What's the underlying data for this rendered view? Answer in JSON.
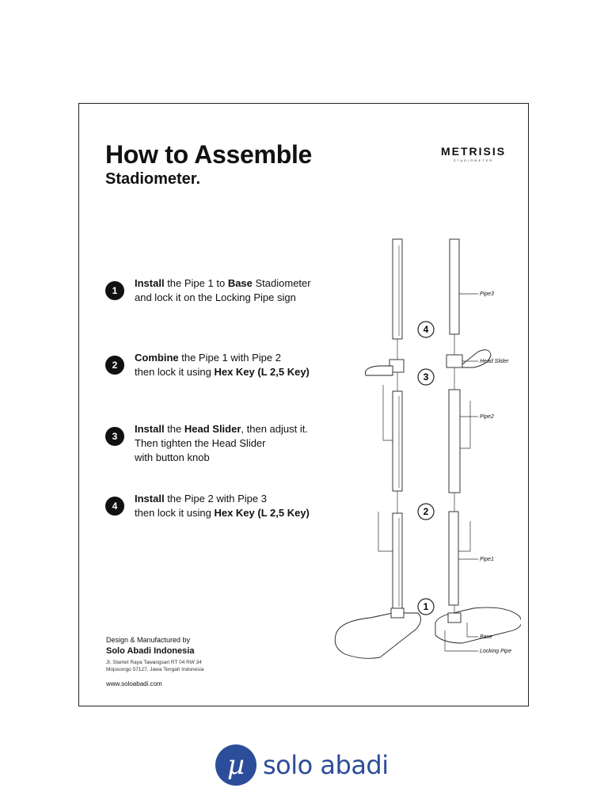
{
  "header": {
    "title": "How to Assemble",
    "subtitle": "Stadiometer.",
    "brand_name": "METRISIS",
    "brand_sub": "STADIOMETER"
  },
  "steps": [
    {
      "number": "1",
      "line1": [
        {
          "t": "Install",
          "b": true
        },
        {
          "t": " the Pipe 1 to ",
          "b": false
        },
        {
          "t": "Base",
          "b": true
        },
        {
          "t": " Stadiometer",
          "b": false
        }
      ],
      "line2": [
        {
          "t": "and lock it on the Locking Pipe sign",
          "b": false
        }
      ]
    },
    {
      "number": "2",
      "line1": [
        {
          "t": "Combine",
          "b": true
        },
        {
          "t": " the Pipe 1 with Pipe 2",
          "b": false
        }
      ],
      "line2": [
        {
          "t": "then lock it using ",
          "b": false
        },
        {
          "t": "Hex Key (L 2,5 Key)",
          "b": true
        }
      ]
    },
    {
      "number": "3",
      "line1": [
        {
          "t": "Install",
          "b": true
        },
        {
          "t": " the ",
          "b": false
        },
        {
          "t": "Head Slider",
          "b": true
        },
        {
          "t": ", then adjust it.",
          "b": false
        }
      ],
      "line2": [
        {
          "t": "Then tighten the Head Slider",
          "b": false
        }
      ],
      "line3": [
        {
          "t": "with button knob",
          "b": false
        }
      ]
    },
    {
      "number": "4",
      "line1": [
        {
          "t": "Install",
          "b": true
        },
        {
          "t": " the Pipe 2 with Pipe 3",
          "b": false
        }
      ],
      "line2": [
        {
          "t": "then lock it using ",
          "b": false
        },
        {
          "t": "Hex Key (L 2,5 Key)",
          "b": true
        }
      ]
    }
  ],
  "diagram": {
    "labels": {
      "pipe3": "Pipe3",
      "head_slider": "Head Slider",
      "pipe2": "Pipe2",
      "pipe1": "Pipe1",
      "base": "Base",
      "locking_pipe": "Locking Pipe"
    },
    "markers": [
      "4",
      "3",
      "2",
      "1"
    ]
  },
  "footer": {
    "label": "Design & Manufactured by",
    "company": "Solo Abadi Indonesia",
    "address_line1": "Jl. Slamet Raya Tawangsari RT 04 RW 34",
    "address_line2": "Mojosongo 57127, Jawa Tengah Indonesia",
    "website": "www.soloabadi.com"
  },
  "logo": {
    "mark": "µ",
    "text": "solo abadi",
    "color": "#2c4d9a"
  }
}
